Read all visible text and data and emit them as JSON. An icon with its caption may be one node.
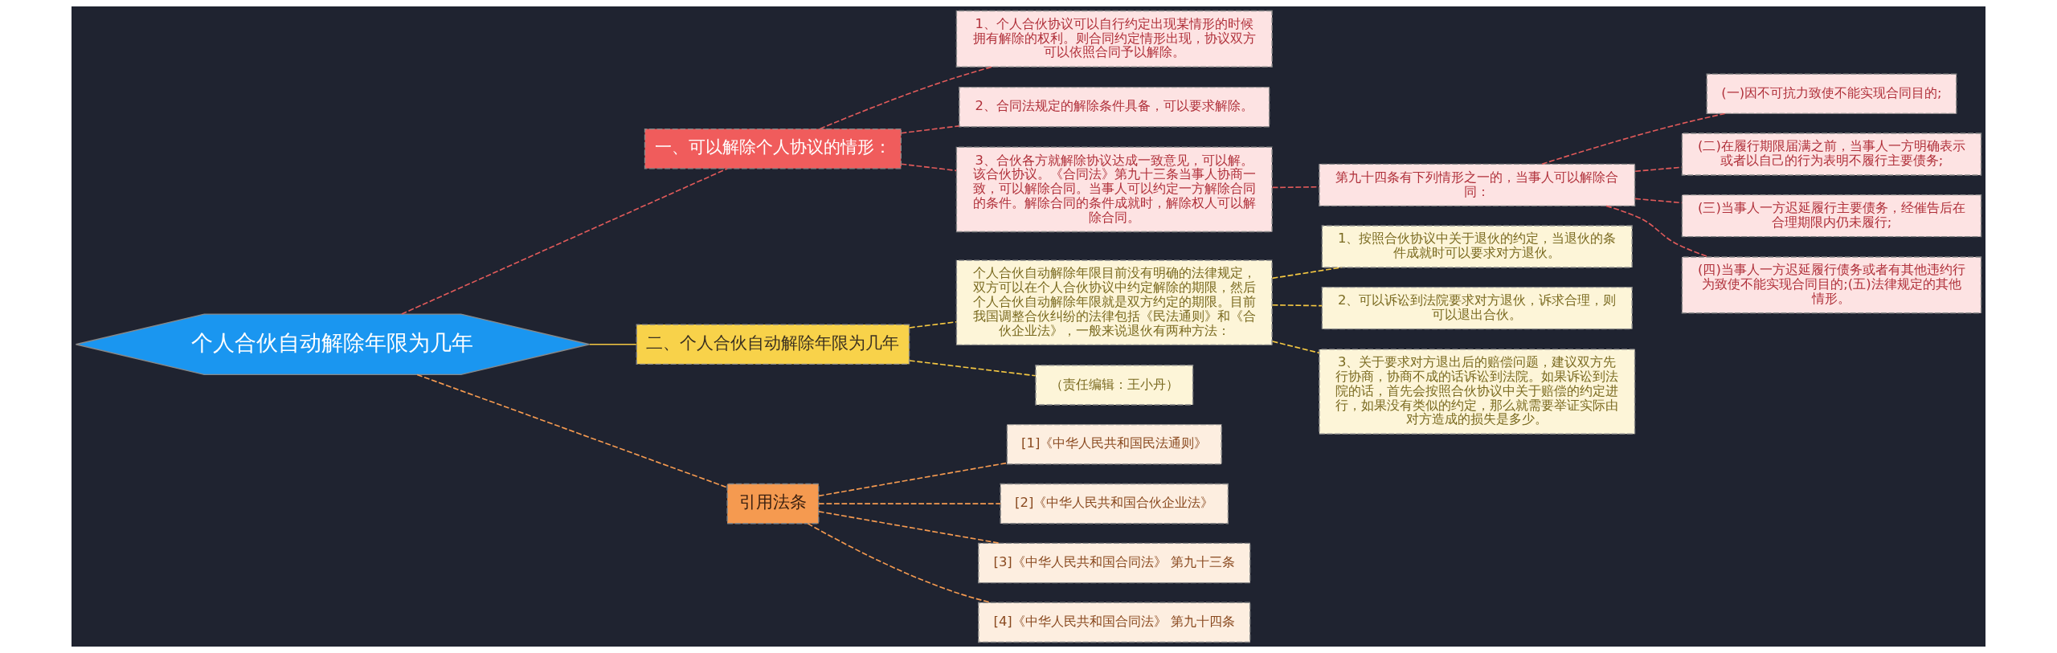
{
  "diagram": {
    "nodes": [
      {
        "text": [
          "个人合伙自动解除年限为几年"
        ]
      },
      {
        "text": [
          "一、可以解除个人协议的情形："
        ]
      },
      {
        "text": [
          "1、个人合伙协议可以自行约定出现某情形的时候拥有解除的权利。则合同约定情形出现，协议双方可以依照合同予以解除。"
        ]
      },
      {
        "text": [
          "2、合同法规定的解除条件具备，可以要求解除。"
        ]
      },
      {
        "text": [
          "3、合伙各方就解除协议达成一致意见，可以解。该合伙协议。《合同法》第九十三条当事人协商一致，可以解除合同。当事人可以约定一方解除合同的条件。解除合同的条件成就时，解除权人可以解除合同。"
        ]
      },
      {
        "text": [
          "第九十四条有下列情形之一的，当事人可以解除合同："
        ]
      },
      {
        "text": [
          "(一)因不可抗力致使不能实现合同目的;"
        ]
      },
      {
        "text": [
          "(二)在履行期限届满之前，当事人一方明确表示或者以自己的行为表明不履行主要债务;"
        ]
      },
      {
        "text": [
          "(三)当事人一方迟延履行主要债务，经催告后在合理期限内仍未履行;"
        ]
      },
      {
        "text": [
          "(四)当事人一方迟延履行债务或者有其他违约行为致使不能实现合同目的;(五)法律规定的其他情形。"
        ]
      },
      {
        "text": [
          "二、个人合伙自动解除年限为几年"
        ]
      },
      {
        "text": [
          "个人合伙自动解除年限目前没有明确的法律规定，双方可以在个人合伙协议中约定解除的期限，然后个人合伙自动解除年限就是双方约定的期限。目前我国调整合伙纠纷的法律包括《民法通则》和《合伙企业法》，一般来说退伙有两种方法："
        ]
      },
      {
        "text": [
          "1、按照合伙协议中关于退伙的约定，当退伙的条件成就时可以要求对方退伙。"
        ]
      },
      {
        "text": [
          "2、可以诉讼到法院要求对方退伙，诉求合理，则可以退出合伙。"
        ]
      },
      {
        "text": [
          "3、关于要求对方退出后的赔偿问题，建议双方先行协商，协商不成的话诉讼到法院。如果诉讼到法院的话，首先会按照合伙协议中关于赔偿的约定进行，如果没有类似的约定，那么就需要举证实际由对方造成的损失是多少。"
        ]
      },
      {
        "text": [
          "（责任编辑：王小丹）"
        ]
      },
      {
        "text": [
          "引用法条"
        ]
      },
      {
        "text": [
          "[1]《中华人民共和国民法通则》"
        ]
      },
      {
        "text": [
          "[2]《中华人民共和国合伙企业法》"
        ]
      },
      {
        "text": [
          "[3]《中华人民共和国合同法》 第九十三条"
        ]
      },
      {
        "text": [
          "[4]《中华人民共和国合同法》 第九十四条"
        ]
      }
    ],
    "edges": [
      {
        "from": 0,
        "to": 1,
        "arrow": "none",
        "style": "dashed"
      },
      {
        "from": 1,
        "to": 2,
        "arrow": "none",
        "style": "dashed"
      },
      {
        "from": 1,
        "to": 3,
        "arrow": "none",
        "style": "dashed"
      },
      {
        "from": 1,
        "to": 4,
        "arrow": "none",
        "style": "dashed"
      },
      {
        "from": 4,
        "to": 5,
        "arrow": "none",
        "style": "dashed"
      },
      {
        "from": 5,
        "to": 6,
        "arrow": "none",
        "style": "dashed"
      },
      {
        "from": 5,
        "to": 7,
        "arrow": "none",
        "style": "dashed"
      },
      {
        "from": 5,
        "to": 8,
        "arrow": "none",
        "style": "dashed"
      },
      {
        "from": 5,
        "to": 9,
        "arrow": "none",
        "style": "dashed"
      },
      {
        "from": 0,
        "to": 10,
        "arrow": "none",
        "color": "#f5c842"
      },
      {
        "from": 10,
        "to": 11,
        "arrow": "none",
        "style": "dashed",
        "color": "#f5c842"
      },
      {
        "from": 11,
        "to": 12,
        "arrow": "none",
        "style": "dashed",
        "color": "#f5c842"
      },
      {
        "from": 11,
        "to": 13,
        "arrow": "none",
        "style": "dashed",
        "color": "#f5c842"
      },
      {
        "from": 11,
        "to": 14,
        "arrow": "none",
        "style": "dashed",
        "color": "#f5c842"
      },
      {
        "from": 10,
        "to": 15,
        "arrow": "none",
        "style": "dashed",
        "color": "#f5c842"
      },
      {
        "from": 0,
        "to": 16,
        "arrow": "none",
        "style": "dashed",
        "color": "#f59a50"
      },
      {
        "from": 16,
        "to": 17,
        "arrow": "none",
        "style": "dashed",
        "color": "#f59a50"
      },
      {
        "from": 16,
        "to": 18,
        "arrow": "none",
        "style": "dashed",
        "color": "#f59a50"
      },
      {
        "from": 16,
        "to": 19,
        "arrow": "none",
        "style": "dashed",
        "color": "#f59a50"
      },
      {
        "from": 16,
        "to": 20,
        "arrow": "none",
        "style": "dashed",
        "color": "#f59a50"
      }
    ]
  }
}
